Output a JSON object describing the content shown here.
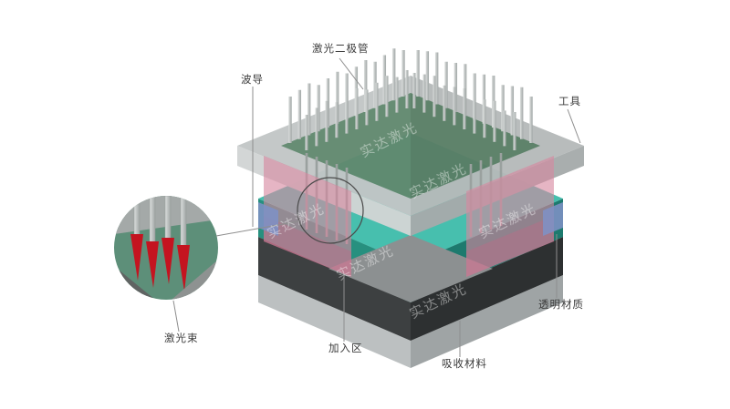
{
  "figure": {
    "labels": {
      "laser_diode": "激光二极管",
      "waveguide": "波导",
      "tool": "工具",
      "transparent_material": "透明材质",
      "weld_zone": "加入区",
      "absorber_material": "吸收材料",
      "laser_beam": "激光束"
    },
    "watermark": "实达激光",
    "colors": {
      "top_plate": "#c2c6c6",
      "diode_area_green": "#61896f",
      "transparent_layer_teal": "#27907f",
      "teal_top": "#47bfae",
      "weld_zone_pink": "#d787a0",
      "absorber_dark": "#353839",
      "substrate_gray": "#8c9091",
      "laser_beam_red": "#c41420",
      "accent_blue": "#7e91c5"
    }
  }
}
